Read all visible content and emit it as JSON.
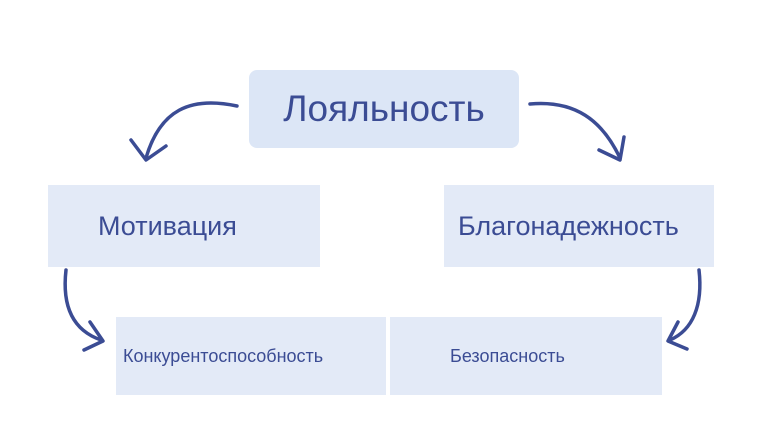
{
  "nodes": {
    "top": "Лояльность",
    "left": "Мотивация",
    "right": "Благонадежность",
    "bottom_left": "Конкурентоспособность",
    "bottom_right": "Безопасность"
  },
  "colors": {
    "text": "#3b4c94",
    "arrow": "#3b4c94",
    "box_fill_top": "#dce6f6",
    "box_fill": "#e3eaf7"
  }
}
